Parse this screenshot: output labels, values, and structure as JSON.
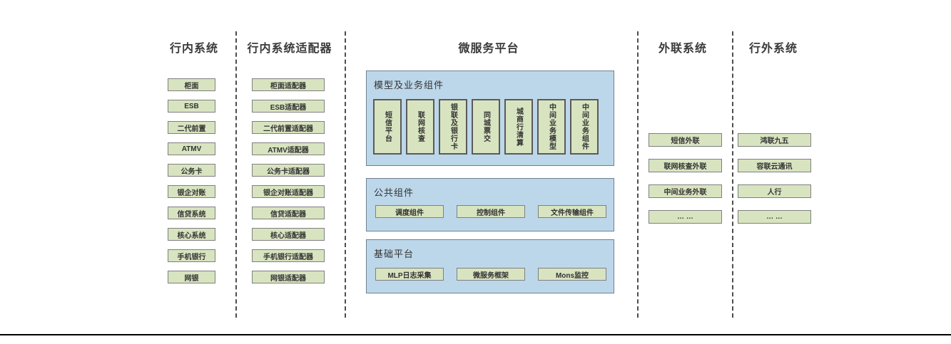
{
  "diagram": {
    "columns": {
      "internal": {
        "title": "行内系统",
        "items": [
          "柜面",
          "ESB",
          "二代前置",
          "ATMV",
          "公务卡",
          "银企对账",
          "信贷系统",
          "核心系统",
          "手机银行",
          "网银"
        ]
      },
      "adapters": {
        "title": "行内系统适配器",
        "items": [
          "柜面适配器",
          "ESB适配器",
          "二代前置适配器",
          "ATMV适配器",
          "公务卡适配器",
          "银企对账适配器",
          "信贷适配器",
          "核心适配器",
          "手机银行适配器",
          "网银适配器"
        ]
      },
      "external": {
        "title": "外联系统",
        "items": [
          "短信外联",
          "联网核查外联",
          "中间业务外联",
          "… …"
        ]
      },
      "outside": {
        "title": "行外系统",
        "items": [
          "鸿联九五",
          "容联云通讯",
          "人行",
          "… …"
        ]
      }
    },
    "platform": {
      "title": "微服务平台",
      "model_panel": {
        "title": "模型及业务组件",
        "items": [
          "短信平台",
          "联网核查",
          "银联及银行卡",
          "同城票交",
          "城商行清算",
          "中间业务模型",
          "中间业务组件"
        ]
      },
      "common_panel": {
        "title": "公共组件",
        "items": [
          "调度组件",
          "控制组件",
          "文件传输组件"
        ]
      },
      "base_panel": {
        "title": "基础平台",
        "items": [
          "MLP日志采集",
          "微服务框架",
          "Mons监控"
        ]
      }
    },
    "colors": {
      "box_fill": "#d8e4c0",
      "box_border": "#7f7f7f",
      "panel_fill": "#bdd7ea",
      "panel_border": "#6e8091",
      "divider": "#4d4d4d",
      "text": "#333333",
      "bottom_rule": "#000000"
    }
  }
}
